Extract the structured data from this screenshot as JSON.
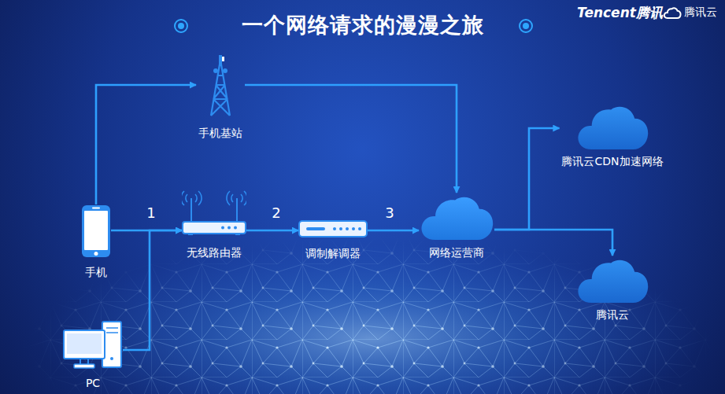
{
  "diagram": {
    "title": "一个网络请求的漫漫之旅",
    "nodes": [
      {
        "text": [
          "手机基站"
        ]
      },
      {
        "text": [
          "腾讯云CDN加速网络"
        ]
      },
      {
        "text": [
          "手机"
        ]
      },
      {
        "text": [
          "无线路由器"
        ]
      },
      {
        "text": [
          "调制解调器"
        ]
      },
      {
        "text": [
          "网络运营商"
        ]
      },
      {
        "text": [
          "腾讯云"
        ]
      },
      {
        "text": [
          "PC"
        ]
      }
    ],
    "edges": [
      {
        "from": 2,
        "to": 0,
        "arrow": "to"
      },
      {
        "from": 0,
        "to": 5,
        "arrow": "to"
      },
      {
        "from": 2,
        "to": 3,
        "label": "1",
        "arrow": "to"
      },
      {
        "from": 7,
        "to": 3,
        "arrow": "to"
      },
      {
        "from": 3,
        "to": 4,
        "label": "2",
        "arrow": "to"
      },
      {
        "from": 4,
        "to": 5,
        "label": "3",
        "arrow": "to"
      },
      {
        "from": 5,
        "to": 1,
        "arrow": "to"
      },
      {
        "from": 5,
        "to": 6,
        "arrow": "to"
      }
    ],
    "labels": [
      "Tencent腾讯",
      "腾讯云"
    ]
  }
}
